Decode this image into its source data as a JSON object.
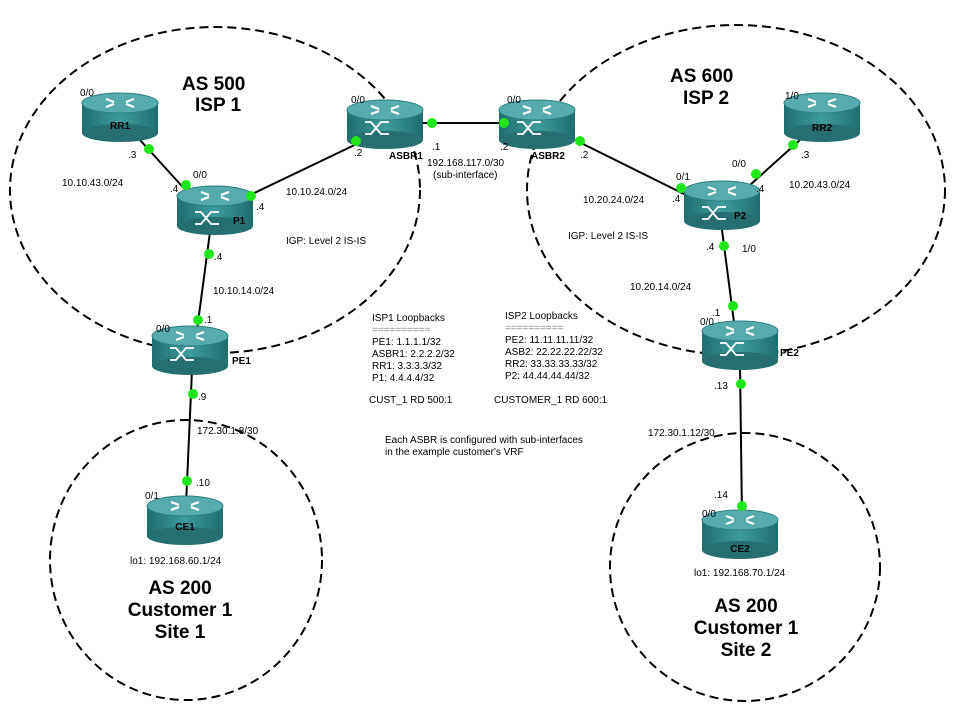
{
  "zones": {
    "isp1": {
      "line1": "AS 500",
      "line2": "ISP 1"
    },
    "isp2": {
      "line1": "AS 600",
      "line2": "ISP 2"
    },
    "site1": {
      "line1": "AS 200",
      "line2": "Customer 1",
      "line3": "Site 1"
    },
    "site2": {
      "line1": "AS 200",
      "line2": "Customer 1",
      "line3": "Site 2"
    }
  },
  "routers": {
    "rr1": {
      "name": "RR1",
      "port": "0/0"
    },
    "p1": {
      "name": "P1",
      "port": "0/0"
    },
    "asbr1": {
      "name": "ASBR1",
      "port": "0/0"
    },
    "asbr2": {
      "name": "ASBR2",
      "port": "0/0"
    },
    "rr2": {
      "name": "RR2",
      "port": "1/0"
    },
    "p2": {
      "name": "P2",
      "port_a": "0/1",
      "port_b": "0/0",
      "port_c": "1/0"
    },
    "pe1": {
      "name": "PE1",
      "port": "0/0"
    },
    "pe2": {
      "name": "PE2",
      "port": "0/0"
    },
    "ce1": {
      "name": "CE1",
      "port": "0/1",
      "loopback": "lo1: 192.168.60.1/24"
    },
    "ce2": {
      "name": "CE2",
      "port": "0/0",
      "loopback": "lo1: 192.168.70.1/24"
    }
  },
  "links": {
    "rr1_p1": {
      "subnet": "10.10.43.0/24",
      "a": ".3",
      "b": ".4"
    },
    "p1_asbr1": {
      "subnet": "10.10.24.0/24",
      "a": ".4",
      "b": ".2"
    },
    "p1_pe1": {
      "subnet": "10.10.14.0/24",
      "a": ".4",
      "b": ".1"
    },
    "asbr1_asbr2": {
      "subnet": "192.168.117.0/30",
      "note": "(sub-interface)",
      "a": ".1",
      "b": ".2"
    },
    "asbr2_p2": {
      "subnet": "10.20.24.0/24",
      "a": ".2",
      "b": ".4"
    },
    "rr2_p2": {
      "subnet": "10.20.43.0/24",
      "a": ".3",
      "b": ".4"
    },
    "p2_pe2": {
      "subnet": "10.20.14.0/24",
      "a": ".4",
      "b": ".1"
    },
    "pe1_ce1": {
      "subnet": "172.30.1.8/30",
      "a": ".9",
      "b": ".10"
    },
    "pe2_ce2": {
      "subnet": "172.30.1.12/30",
      "a": ".13",
      "b": ".14"
    }
  },
  "igp1": "IGP: Level 2 IS-IS",
  "igp2": "IGP: Level 2 IS-IS",
  "notes": {
    "isp1_loopbacks": [
      "ISP1 Loopbacks",
      "==========",
      "PE1: 1.1.1.1/32",
      "ASBR1: 2.2.2.2/32",
      "RR1: 3.3.3.3/32",
      "P1: 4.4.4.4/32"
    ],
    "isp1_rd": "CUST_1 RD 500:1",
    "isp2_loopbacks": [
      "ISP2 Loopbacks",
      "==========",
      "PE2: 11.11.11.11/32",
      "ASB2: 22.22.22.22/32",
      "RR2: 33.33.33.33/32",
      "P2: 44.44.44.44/32"
    ],
    "isp2_rd": "CUSTOMER_1 RD 600:1",
    "asbr_note": [
      "Each ASBR is configured with sub-interfaces",
      "in the example customer's VRF"
    ]
  },
  "colors": {
    "router": "#2f8a8a",
    "link_dot": "#22e61c"
  }
}
